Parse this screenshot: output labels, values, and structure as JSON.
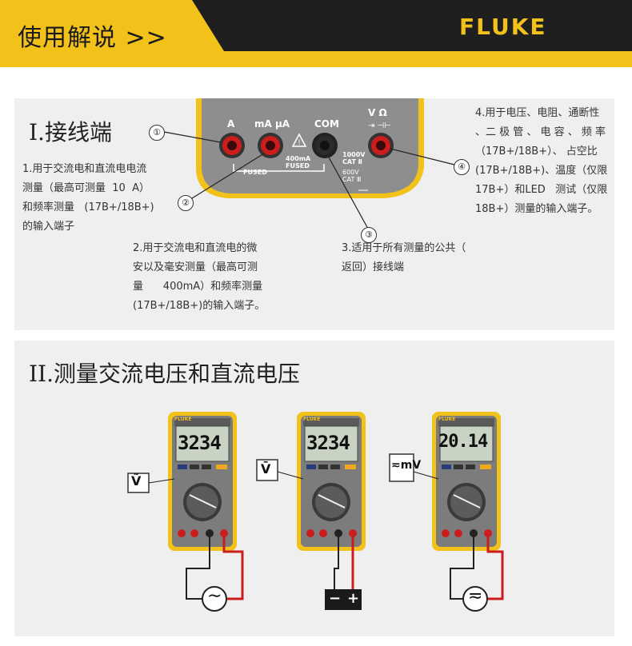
{
  "header": {
    "title": "使用解说 >>",
    "brand": "FLUKE"
  },
  "section1": {
    "title": "I.接线端",
    "jack_labels": {
      "a": "A",
      "ma": "mA µA",
      "com": "COM",
      "v": "V Ω"
    },
    "panel_labels": {
      "fused_top": "400mA",
      "fused_bottom": "FUSED",
      "fused_left": "FUSED",
      "cat1": "1000V",
      "cat2": "CAT Ⅱ",
      "cat3": "600V",
      "cat4": "CAT Ⅲ"
    },
    "callouts": [
      "①",
      "②",
      "③",
      "④"
    ],
    "desc1": "1.用于交流电和直流电电流\n测量（最高可测量  10  A）\n和频率测量   (17B+/18B+)\n的输入端子",
    "desc2": "2.用于交流电和直流电的微\n安以及毫安测量（最高可测\n量      400mA）和频率测量\n(17B+/18B+)的输入端子。",
    "desc3": "3.适用于所有测量的公共（\n返回）接线端",
    "desc4": "4.用于电压、电阻、通断性\n、二 极 管 、 电 容 、 频 率\n（17B+/18B+）、 占空比\n(17B+/18B+)、温度（仅限\n17B+）和LED   测试（仅限\n18B+）测量的输入端子。"
  },
  "section2": {
    "title": "II.测量交流电压和直流电压",
    "meters": [
      {
        "display": "3234",
        "mode_icon": "Ṽ",
        "source": "ac-source-icon",
        "source_symbol": "∼"
      },
      {
        "display": "3234",
        "mode_icon": "V̄",
        "source": "battery-icon",
        "battery_minus": "−",
        "battery_plus": "+"
      },
      {
        "display": "20.14",
        "mode_icon": "≂mV",
        "source": "ac-source-icon",
        "source_symbol": "≂"
      }
    ],
    "meter_brand": "FLUKE"
  },
  "colors": {
    "accent": "#f2c21b",
    "dark": "#1f1f1f",
    "panel": "#efefef",
    "jack_red": "#cc1d1d"
  }
}
